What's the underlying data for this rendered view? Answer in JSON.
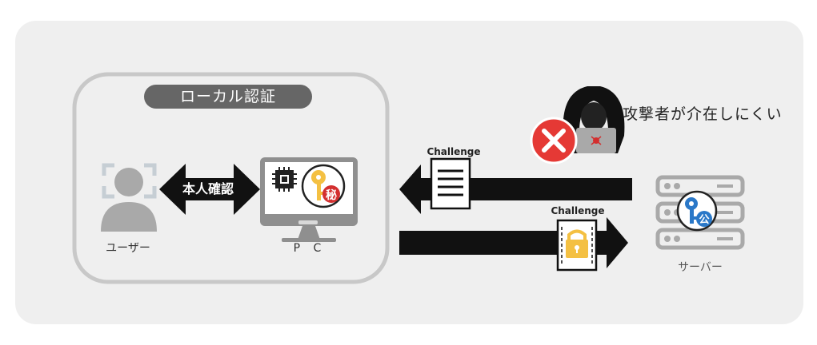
{
  "diagram": {
    "local_auth_label": "ローカル認証",
    "identity_check_label": "本人確認",
    "user_label": "ユーザー",
    "pc_label": "P C",
    "server_label": "サーバー",
    "attacker_label": "攻撃者が介在しにくい",
    "challenge_in_label": "Challenge",
    "challenge_out_label": "Challenge",
    "secret_key_glyph": "秘",
    "public_key_glyph": "公"
  },
  "colors": {
    "panel": "#efefef",
    "arrow": "#111111",
    "reject": "#e53935",
    "key_gold": "#f4c042",
    "key_blue": "#2a78c8",
    "secret_red": "#d32f2f",
    "icon_gray": "#a9a9a9"
  }
}
